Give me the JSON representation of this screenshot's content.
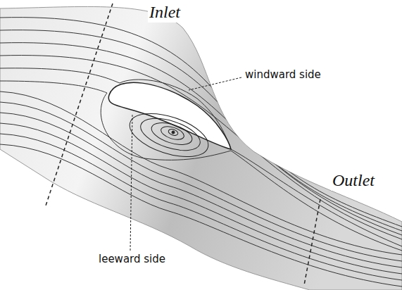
{
  "diagram": {
    "labels": [
      "Inlet",
      "windward side",
      "Outlet",
      "leeward side"
    ]
  }
}
